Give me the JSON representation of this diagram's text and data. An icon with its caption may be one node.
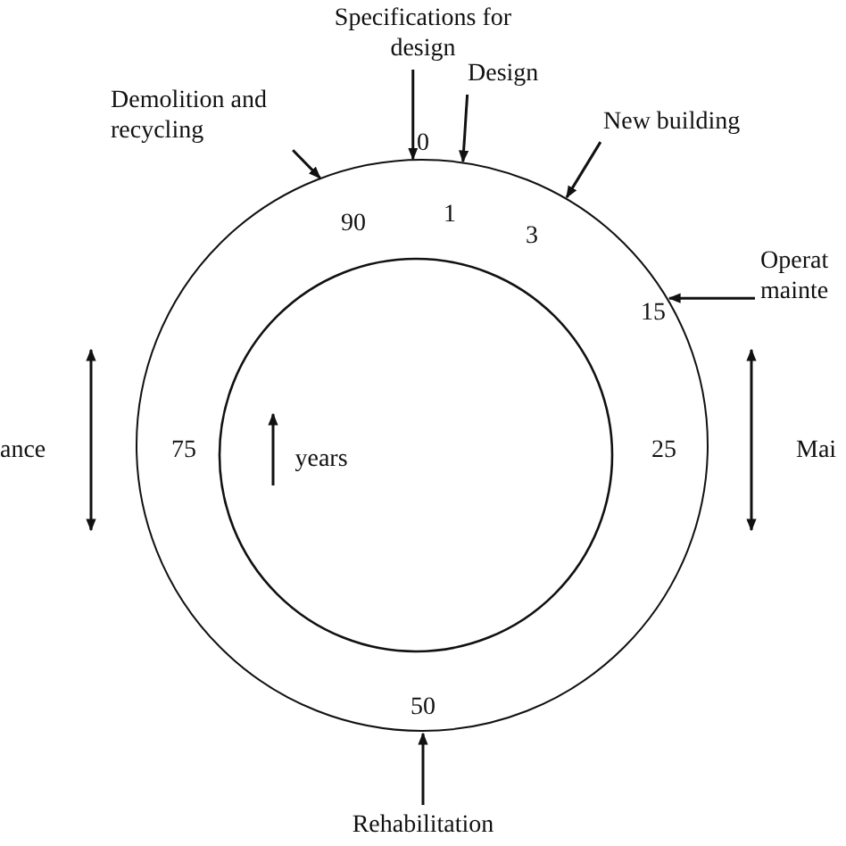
{
  "diagram": {
    "nodes": [
      {
        "text": [
          "Specifications for design"
        ]
      },
      {
        "text": [
          "Design"
        ]
      },
      {
        "text": [
          "Demolition and recycling"
        ]
      },
      {
        "text": [
          "New building"
        ]
      },
      {
        "text": [
          "Operat mainte"
        ]
      },
      {
        "text": [
          "ance"
        ]
      },
      {
        "text": [
          "Mai"
        ]
      },
      {
        "text": [
          "Rehabilitation"
        ]
      },
      {
        "text": [],
        "shape": "circle"
      }
    ],
    "edges": [
      {
        "from": 0,
        "to": 8,
        "arrow": "to"
      },
      {
        "from": 1,
        "to": 8,
        "arrow": "to"
      },
      {
        "from": 2,
        "to": 8,
        "arrow": "to"
      },
      {
        "from": 3,
        "to": 8,
        "arrow": "to"
      },
      {
        "from": 4,
        "to": 8,
        "arrow": "to"
      },
      {
        "from": 7,
        "to": 8,
        "arrow": "to"
      }
    ],
    "labels": [
      "0",
      "90",
      "1",
      "3",
      "15",
      "75",
      "25",
      "years",
      "50"
    ]
  }
}
